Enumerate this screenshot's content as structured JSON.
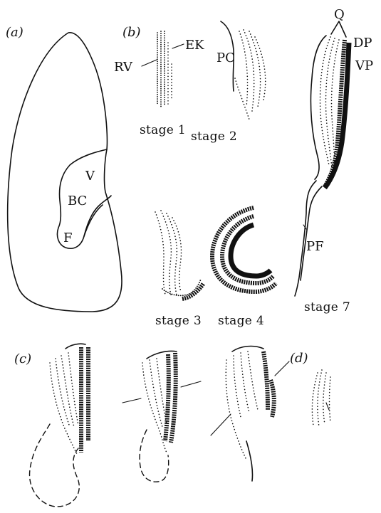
{
  "panels": {
    "a": {
      "tag": "(a)",
      "labels": {
        "v": "V",
        "bc": "BC",
        "f": "F"
      }
    },
    "b": {
      "tag": "(b)",
      "labels": {
        "rv": "RV",
        "ek": "EK",
        "pc": "PC",
        "q": "Q",
        "dp": "DP",
        "vp": "VP",
        "pf": "PF"
      },
      "stages": [
        "stage 1",
        "stage 2",
        "stage 3",
        "stage 4",
        "stage 7"
      ]
    },
    "c": {
      "tag": "(c)"
    },
    "d": {
      "tag": "(d)"
    }
  }
}
